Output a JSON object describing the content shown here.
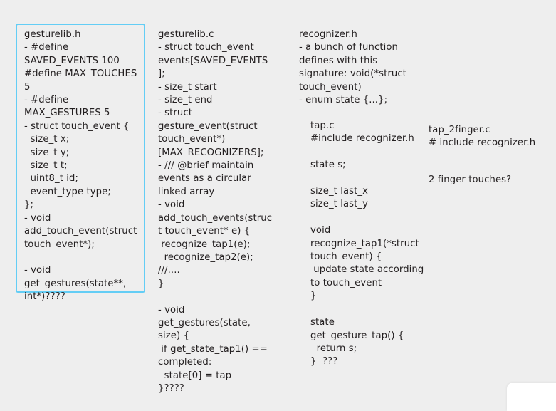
{
  "canvas": {
    "background_color": "#eeeeee",
    "ink_color": "#231f20",
    "highlight_box_color": "#63cdf5"
  },
  "notes": {
    "gesturelib_h": {
      "title": "gesturelib.h",
      "text": "gesturelib.h\n- #define\nSAVED_EVENTS 100\n#define MAX_TOUCHES\n5\n- #define\nMAX_GESTURES 5\n- struct touch_event {\n  size_t x;\n  size_t y;\n  size_t t;\n  uint8_t id;\n  event_type type;\n};\n- void\nadd_touch_event(struct\ntouch_event*);\n\n- void\nget_gestures(state**,\nint*)????"
    },
    "gesturelib_c": {
      "title": "gesturelib.c",
      "text": "gesturelib.c\n- struct touch_event\nevents[SAVED_EVENTS\n];\n- size_t start\n- size_t end\n- struct\ngesture_event(struct\ntouch_event*)\n[MAX_RECOGNIZERS];\n- /// @brief maintain\nevents as a circular\nlinked array\n- void\nadd_touch_events(struc\nt touch_event* e) {\n recognize_tap1(e);\n  recognize_tap2(e);\n///....\n}\n\n- void\nget_gestures(state,\nsize) {\n if get_state_tap1() ==\ncompleted:\n  state[0] = tap\n}????"
    },
    "recognizer_h": {
      "title": "recognizer.h",
      "text": "recognizer.h\n- a bunch of function\ndefines with this\nsignature: void(*struct\ntouch_event)\n- enum state {...};"
    },
    "tap_c": {
      "title": "tap.c",
      "text": "tap.c\n#include recognizer.h\n\nstate s;\n\nsize_t last_x\nsize_t last_y\n\nvoid\nrecognize_tap1(*struct\ntouch_event) {\n update state according\nto touch_event\n}\n\nstate\nget_gesture_tap() {\n  return s;\n}  ???"
    },
    "tap_2finger_c": {
      "title": "tap_2finger.c",
      "text": "tap_2finger.c\n# include recognizer.h"
    },
    "two_finger_question": {
      "text": "2 finger touches?"
    }
  }
}
